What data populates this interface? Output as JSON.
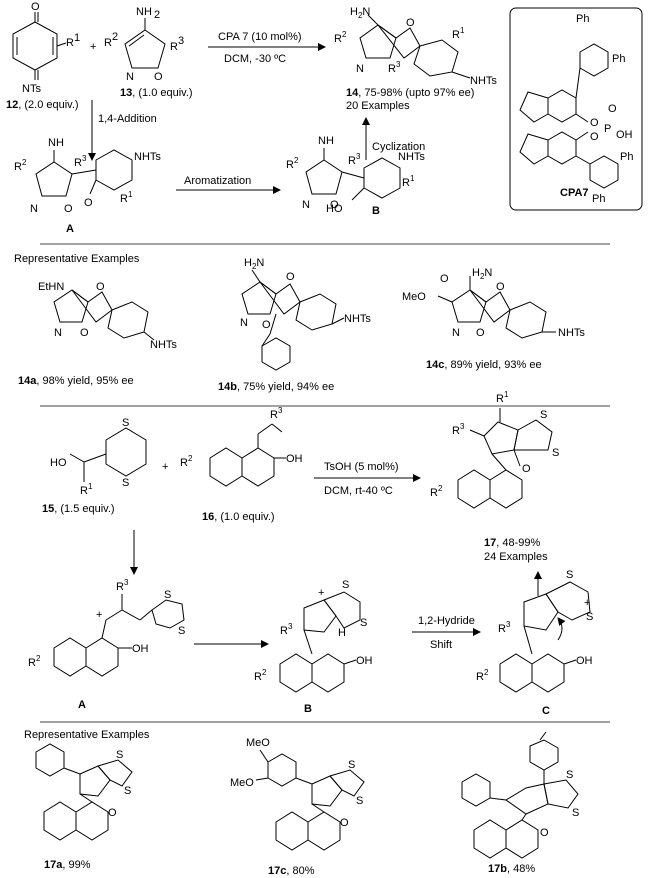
{
  "scheme1": {
    "reactant1": {
      "label_num": "12",
      "equiv": ", (2.0 equiv.)",
      "atoms": [
        "O",
        "R",
        "1",
        "NTs"
      ]
    },
    "reactant2": {
      "label_num": "13",
      "equiv": ", (1.0 equiv.)",
      "atoms": [
        "NH",
        "2",
        "R",
        "2",
        "R",
        "3",
        "N",
        "O"
      ]
    },
    "plus": "+",
    "conditions_top": "CPA 7 (10 mol%)",
    "conditions_bottom": "DCM, -30 ºC",
    "product": {
      "label_num": "14",
      "yield": ", 75-98% (upto 97% ee)",
      "examples": "20 Examples"
    },
    "step_addition": "1,4-Addition",
    "step_aromatization": "Aromatization",
    "step_cyclization": "Cyclization",
    "intermediate_a": "A",
    "intermediate_b": "B",
    "catalyst_label": "CPA7",
    "cpa_atoms": [
      "Ph",
      "Ph",
      "O",
      "O",
      "O",
      "P",
      "OH",
      "Ph",
      "Ph"
    ]
  },
  "examples1": {
    "heading": "Representative Examples",
    "items": [
      {
        "num": "14a",
        "text": ", 98% yield, 95% ee"
      },
      {
        "num": "14b",
        "text": ", 75% yield, 94% ee"
      },
      {
        "num": "14c",
        "text": ", 89% yield, 93% ee"
      }
    ],
    "atoms": [
      "EtHN",
      "NHTs",
      "MeO",
      "H",
      "2",
      "N",
      "NHTs",
      "NHTs"
    ]
  },
  "scheme2": {
    "reactant1": {
      "label_num": "15",
      "equiv": ", (1.5 equiv.)",
      "atoms": [
        "HO",
        "R",
        "1",
        "S",
        "S"
      ]
    },
    "reactant2": {
      "label_num": "16",
      "equiv": ", (1.0 equiv.)",
      "atoms": [
        "R",
        "3",
        "R",
        "2",
        "OH"
      ]
    },
    "plus": "+",
    "conditions_top": "TsOH (5 mol%)",
    "conditions_bottom": "DCM, rt-40 ºC",
    "product": {
      "label_num": "17",
      "yield": ", 48-99%",
      "examples": "24 Examples"
    },
    "step_shift_1": "1,2-Hydride",
    "step_shift_2": "Shift",
    "intermediate_a": "A",
    "intermediate_b": "B",
    "intermediate_c": "C"
  },
  "examples2": {
    "heading": "Representative Examples",
    "items": [
      {
        "num": "17a",
        "text": ", 99%"
      },
      {
        "num": "17c",
        "text": ", 80%"
      },
      {
        "num": "17b",
        "text": ", 48%"
      }
    ],
    "atoms": [
      "MeO",
      "MeO"
    ]
  }
}
